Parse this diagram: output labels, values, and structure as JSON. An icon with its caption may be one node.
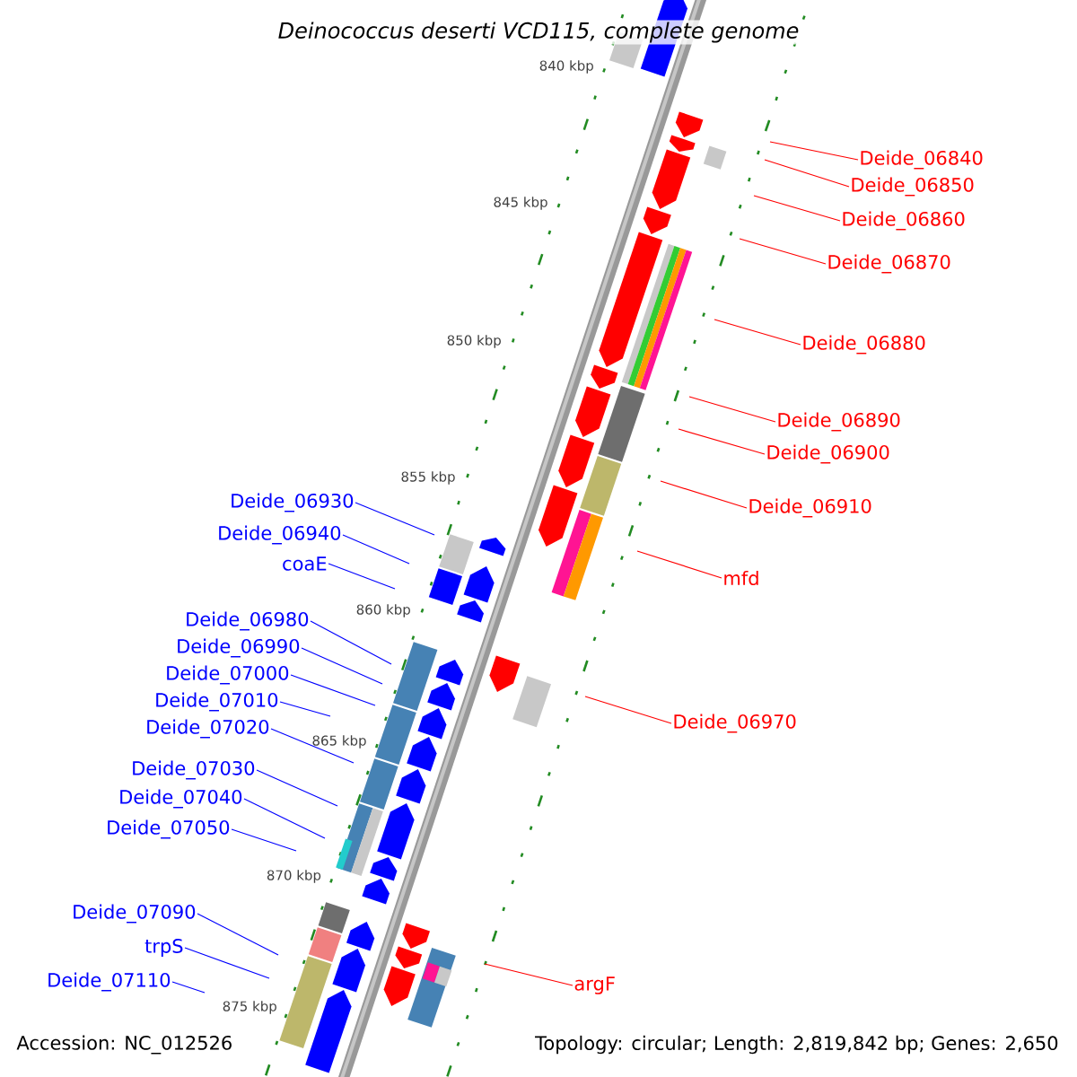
{
  "diagram": {
    "title": "Deinococcus deserti VCD115, complete genome",
    "nodes": [
      {
        "text": [
          "Deide_06840"
        ]
      },
      {
        "text": [
          "Deide_06850"
        ]
      },
      {
        "text": [
          "Deide_06860"
        ]
      },
      {
        "text": [
          "Deide_06870"
        ]
      },
      {
        "text": [
          "Deide_06880"
        ]
      },
      {
        "text": [
          "Deide_06890"
        ]
      },
      {
        "text": [
          "Deide_06900"
        ]
      },
      {
        "text": [
          "Deide_06910"
        ]
      },
      {
        "text": [
          "mfd"
        ]
      },
      {
        "text": [
          "Deide_06970"
        ]
      },
      {
        "text": [
          "argF"
        ]
      },
      {
        "text": [
          "Deide_06930"
        ]
      },
      {
        "text": [
          "Deide_06940"
        ]
      },
      {
        "text": [
          "coaE"
        ]
      },
      {
        "text": [
          "Deide_06980"
        ]
      },
      {
        "text": [
          "Deide_06990"
        ]
      },
      {
        "text": [
          "Deide_07000"
        ]
      },
      {
        "text": [
          "Deide_07010"
        ]
      },
      {
        "text": [
          "Deide_07020"
        ]
      },
      {
        "text": [
          "Deide_07030"
        ]
      },
      {
        "text": [
          "Deide_07040"
        ]
      },
      {
        "text": [
          "Deide_07050"
        ]
      },
      {
        "text": [
          "Deide_07090"
        ]
      },
      {
        "text": [
          "trpS"
        ]
      },
      {
        "text": [
          "Deide_07110"
        ]
      }
    ],
    "edges": [
      {
        "from": 0,
        "to": null,
        "arrow": "none",
        "color": "#ff0000"
      },
      {
        "from": 1,
        "to": null,
        "arrow": "none",
        "color": "#ff0000"
      },
      {
        "from": 2,
        "to": null,
        "arrow": "none",
        "color": "#ff0000"
      },
      {
        "from": 3,
        "to": null,
        "arrow": "none",
        "color": "#ff0000"
      },
      {
        "from": 4,
        "to": null,
        "arrow": "none",
        "color": "#ff0000"
      },
      {
        "from": 5,
        "to": null,
        "arrow": "none",
        "color": "#ff0000"
      },
      {
        "from": 6,
        "to": null,
        "arrow": "none",
        "color": "#ff0000"
      },
      {
        "from": 7,
        "to": null,
        "arrow": "none",
        "color": "#ff0000"
      },
      {
        "from": 8,
        "to": null,
        "arrow": "none",
        "color": "#ff0000"
      },
      {
        "from": 9,
        "to": null,
        "arrow": "none",
        "color": "#ff0000"
      },
      {
        "from": 10,
        "to": null,
        "arrow": "none",
        "color": "#ff0000"
      },
      {
        "from": 11,
        "to": null,
        "arrow": "none"
      },
      {
        "from": 12,
        "to": null,
        "arrow": "none"
      },
      {
        "from": 13,
        "to": null,
        "arrow": "none"
      },
      {
        "from": 14,
        "to": null,
        "arrow": "none"
      },
      {
        "from": 15,
        "to": null,
        "arrow": "none"
      },
      {
        "from": 16,
        "to": null,
        "arrow": "none"
      },
      {
        "from": 17,
        "to": null,
        "arrow": "none"
      },
      {
        "from": 18,
        "to": null,
        "arrow": "none"
      },
      {
        "from": 19,
        "to": null,
        "arrow": "none"
      },
      {
        "from": 20,
        "to": null,
        "arrow": "none"
      },
      {
        "from": 21,
        "to": null,
        "arrow": "none"
      },
      {
        "from": 22,
        "to": null,
        "arrow": "none"
      },
      {
        "from": 23,
        "to": null,
        "arrow": "none"
      },
      {
        "from": 24,
        "to": null,
        "arrow": "none"
      }
    ],
    "labels": [
      "840 kbp",
      "845 kbp",
      "850 kbp",
      "855 kbp",
      "860 kbp",
      "865 kbp",
      "870 kbp",
      "875 kbp",
      "Accession: NC_012526",
      "Topology: circular; Length: 2,819,842 bp; Genes: 2,650"
    ]
  }
}
